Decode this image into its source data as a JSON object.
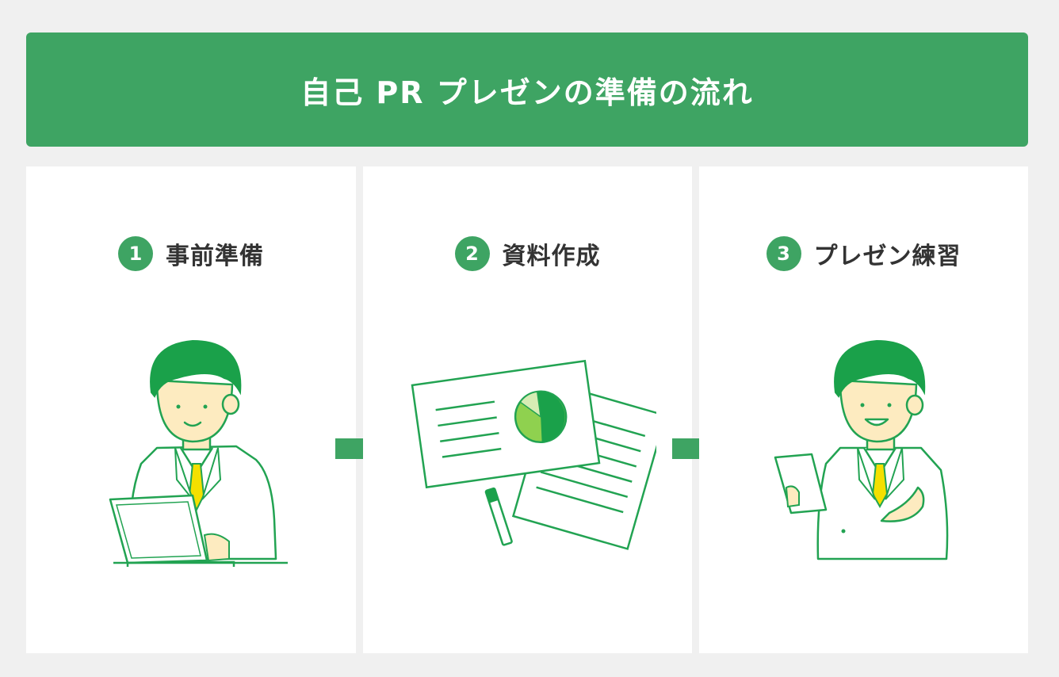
{
  "title": "自己 PR プレゼンの準備の流れ",
  "colors": {
    "accent": "#3ea463",
    "line": "#22a352",
    "skin": "#fdebc0",
    "tie": "#f4e000",
    "chart_light": "#8fd14f",
    "chart_pale": "#d6ecb4"
  },
  "steps": [
    {
      "number": "1",
      "label": "事前準備",
      "icon": "person-laptop-icon"
    },
    {
      "number": "2",
      "label": "資料作成",
      "icon": "documents-chart-icon"
    },
    {
      "number": "3",
      "label": "プレゼン練習",
      "icon": "person-presenting-icon"
    }
  ],
  "arrows": [
    {
      "icon": "arrow-right-icon"
    },
    {
      "icon": "arrow-right-icon"
    }
  ]
}
